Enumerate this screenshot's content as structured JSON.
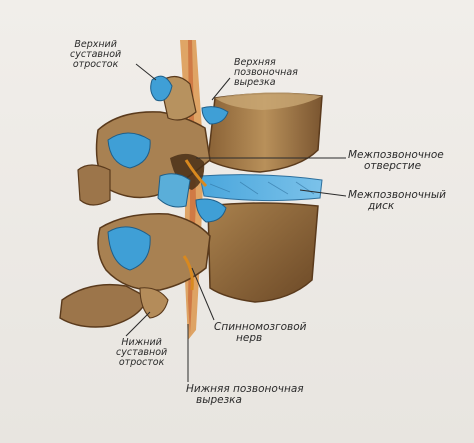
{
  "labels": {
    "superior_articular_process": {
      "line1": "Верхний",
      "line2": "суставной",
      "line3": "отросток"
    },
    "superior_notch": {
      "line1": "Верхняя",
      "line2": "позвоночная",
      "line3": "вырезка"
    },
    "intervertebral_foramen": {
      "line1": "Межпозвоночное",
      "line2": "отверстие"
    },
    "intervertebral_disc": {
      "line1": "Межпозвоночный",
      "line2": "диск"
    },
    "spinal_nerve": {
      "line1": "Спинномозговой",
      "line2": "нерв"
    },
    "inferior_articular_process": {
      "line1": "Нижний",
      "line2": "суставной",
      "line3": "отросток"
    },
    "inferior_notch": {
      "line1": "Нижняя позвоночная",
      "line2": "вырезка"
    }
  },
  "colors": {
    "bone": "#b8905a",
    "bone_dark": "#6e4a26",
    "cartilage": "#3f9fd6",
    "nerve": "#e0a43a",
    "paper": "#ece9e4"
  }
}
